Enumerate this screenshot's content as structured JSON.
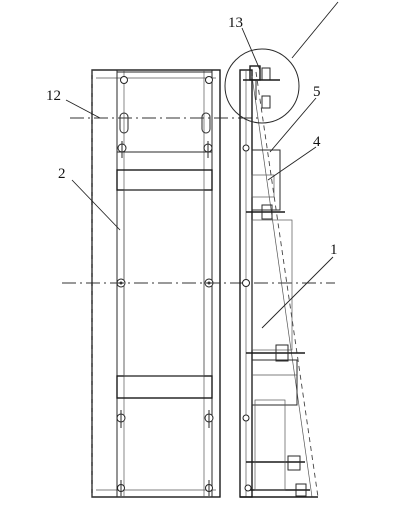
{
  "callouts": {
    "c13": "13",
    "c12": "12",
    "c5": "5",
    "c4": "4",
    "c2": "2",
    "c1": "1"
  }
}
